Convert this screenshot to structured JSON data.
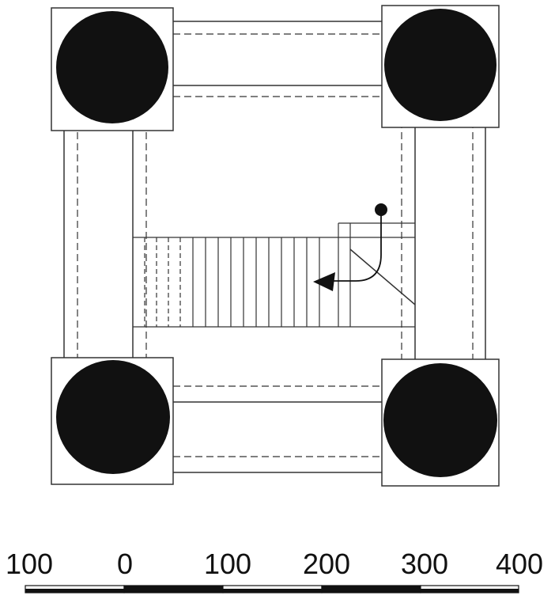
{
  "scale_bar": {
    "labels": [
      "100",
      "0",
      "100",
      "200",
      "300",
      "400"
    ]
  },
  "colors": {
    "ink": "#111111",
    "line": "#333333",
    "paper": "#ffffff"
  }
}
